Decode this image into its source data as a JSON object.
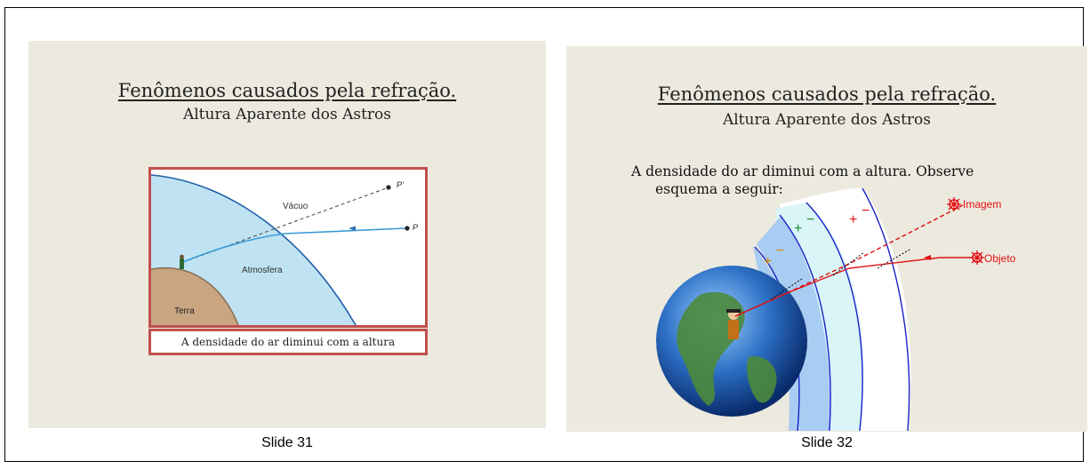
{
  "slides": [
    {
      "title": "Fenômenos causados pela refração.",
      "subtitle": "Altura Aparente dos Astros",
      "figure_labels": {
        "vacuum": "Vácuo",
        "atmosphere": "Atmosfera",
        "earth": "Terra",
        "p_prime": "P'",
        "p": "P"
      },
      "figure_caption": "A densidade do ar diminui com a altura",
      "caption": "Slide 31"
    },
    {
      "title": "Fenômenos causados pela refração.",
      "subtitle": "Altura Aparente dos Astros",
      "body_line1": "A densidade do ar diminui com a altura. Observe",
      "body_line2": "esquema a seguir:",
      "figure_labels": {
        "image": "Imagem",
        "object": "Objeto",
        "plus": "+",
        "minus": "−"
      },
      "caption": "Slide 32"
    }
  ],
  "colors": {
    "slide_bg": "#ece9df",
    "frame_border": "#c0504d",
    "ray": "#e01010",
    "sky": "#bfe3f2",
    "layer_outer": "#ffffff",
    "layer_mid": "#d9f5f8",
    "layer_inner": "#a9ccf2"
  }
}
